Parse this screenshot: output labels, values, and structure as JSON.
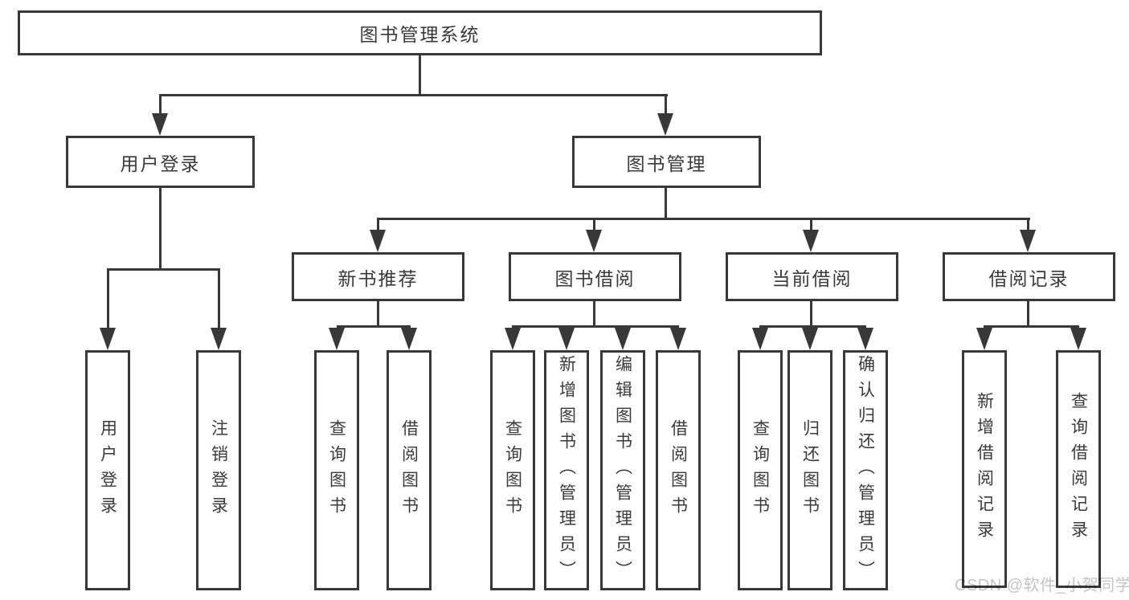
{
  "nodes": {
    "root": "图书管理系统",
    "login": "用户登录",
    "manage": "图书管理",
    "recommend": "新书推荐",
    "borrow": "图书借阅",
    "current": "当前借阅",
    "records": "借阅记录"
  },
  "leaves": {
    "login": [
      "用户登录",
      "注销登录"
    ],
    "recommend": [
      "查询图书",
      "借阅图书"
    ],
    "borrow": [
      "查询图书",
      "新增图书（管理员）",
      "编辑图书（管理员）",
      "借阅图书"
    ],
    "current": [
      "查询图书",
      "归还图书",
      "确认归还（管理员）"
    ],
    "records": [
      "新增借阅记录",
      "查询借阅记录"
    ]
  },
  "watermark": "CSDN @软件_小贺同学",
  "colors": {
    "line": "#383838",
    "box_border": "#383838",
    "text": "#3a3a3a",
    "background": "#ffffff",
    "watermark": "#c4c4c4"
  }
}
